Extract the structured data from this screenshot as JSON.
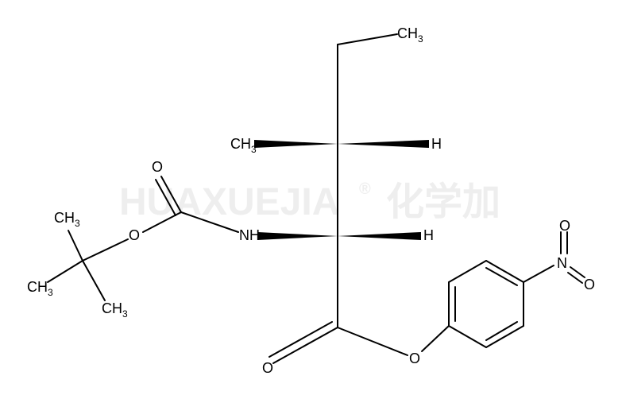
{
  "watermark": {
    "latin": "HUAXUEJIA",
    "reg": "®",
    "cjk": "化学加"
  },
  "atoms": {
    "ch3_top": "CH",
    "ch3_top_sub": "3",
    "ch3_mid": "CH",
    "ch3_mid_sub": "3",
    "h_top": "H",
    "o_carbamate_double": "O",
    "o_carbamate_single": "O",
    "nh": "NH",
    "h_alpha": "H",
    "ch3_tb_top": "CH",
    "ch3_tb_top_sub": "3",
    "ch3_tb_left": "CH",
    "ch3_tb_left_sub": "3",
    "ch3_tb_bottom": "CH",
    "ch3_tb_bottom_sub": "3",
    "o_ester_double": "O",
    "o_ester_single": "O",
    "n_nitro": "N",
    "o_nitro_top": "O",
    "o_nitro_right": "O"
  }
}
